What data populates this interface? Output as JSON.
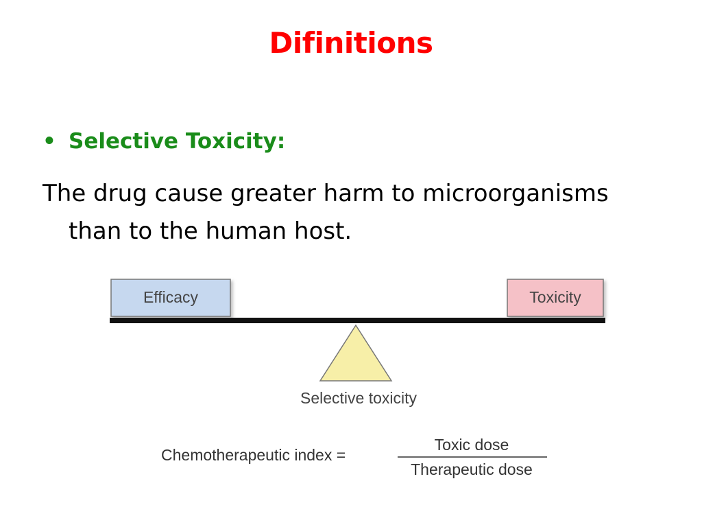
{
  "slide": {
    "title": "Difinitions",
    "bullet": {
      "marker": "•",
      "heading": "Selective Toxicity:"
    },
    "definition": {
      "line1": "The drug cause greater harm to microorganisms",
      "line2": "than to the human host."
    }
  },
  "diagram": {
    "left_box_label": "Efficacy",
    "right_box_label": "Toxicity",
    "fulcrum_label": "Selective toxicity",
    "formula": {
      "lhs": "Chemotherapeutic index =",
      "numerator": "Toxic dose",
      "denominator": "Therapeutic dose"
    },
    "colors": {
      "efficacy_fill": "#c6d8ef",
      "toxicity_fill": "#f5c1c7",
      "fulcrum_fill": "#f7efa8",
      "beam": "#111111",
      "title": "#ff0000",
      "heading": "#1a8c1a"
    }
  }
}
